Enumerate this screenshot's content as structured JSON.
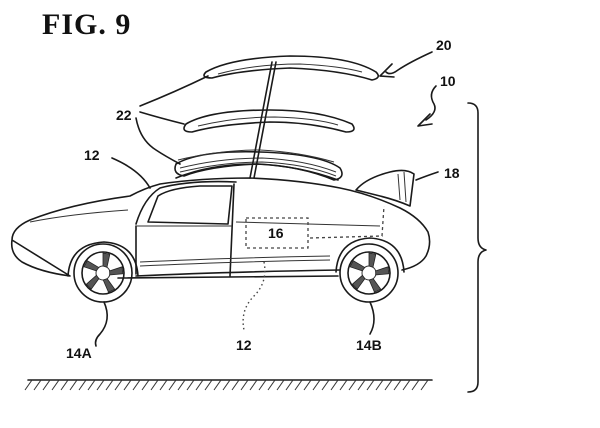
{
  "figure": {
    "title": "FIG. 9",
    "labels": {
      "vehicle": "10",
      "rotor_assembly": "20",
      "rotor_blades": "22",
      "body": "12",
      "body_internal": "12",
      "tail_fin": "18",
      "module": "16",
      "front_wheel": "14A",
      "rear_wheel": "14B"
    }
  }
}
